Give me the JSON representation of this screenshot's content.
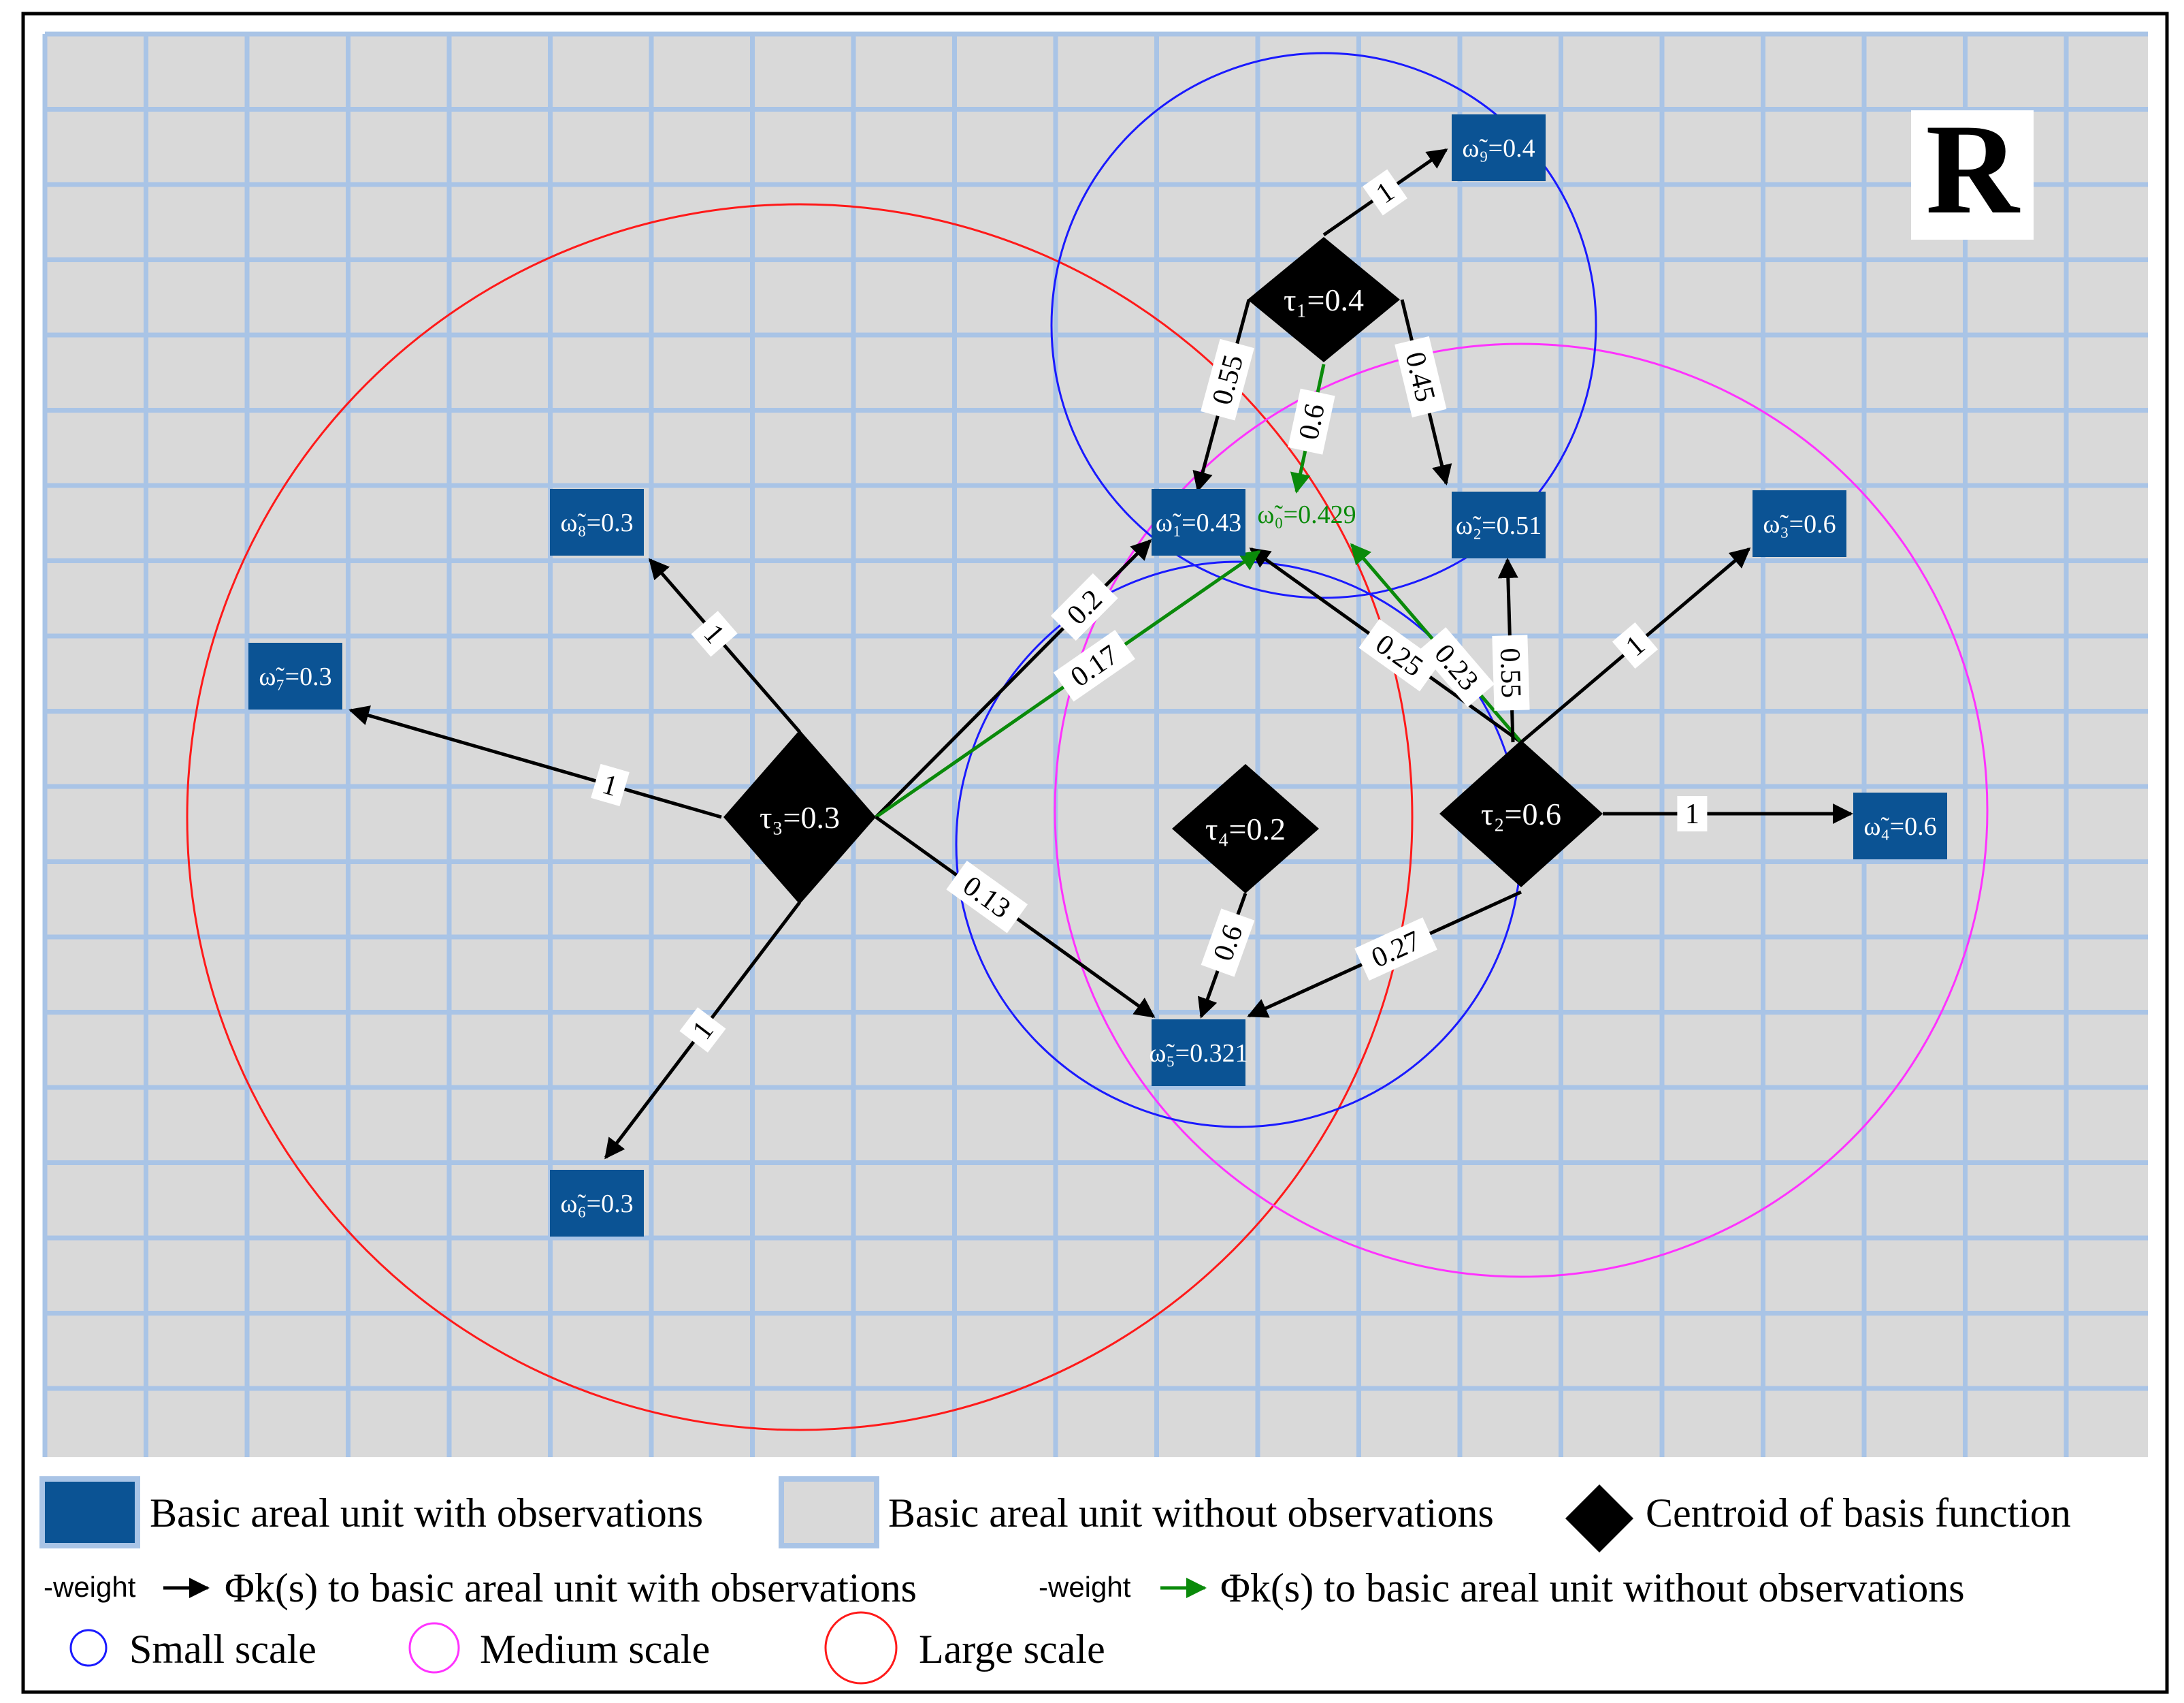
{
  "corner_label": "R",
  "observed_units": [
    {
      "id": "w1",
      "label": "ω̃₁=0.43"
    },
    {
      "id": "w2",
      "label": "ω̃₂=0.51"
    },
    {
      "id": "w3",
      "label": "ω̃₃=0.6"
    },
    {
      "id": "w4",
      "label": "ω̃₄=0.6"
    },
    {
      "id": "w5",
      "label": "ω̃₅=0.321"
    },
    {
      "id": "w6",
      "label": "ω̃₆=0.3"
    },
    {
      "id": "w7",
      "label": "ω̃₇=0.3"
    },
    {
      "id": "w8",
      "label": "ω̃₈=0.3"
    },
    {
      "id": "w9",
      "label": "ω̃₉=0.4"
    }
  ],
  "unobserved_unit": {
    "id": "w0",
    "label": "ω̃₀=0.429"
  },
  "centroids": [
    {
      "id": "t1",
      "label": "τ₁=0.4"
    },
    {
      "id": "t2",
      "label": "τ₂=0.6"
    },
    {
      "id": "t3",
      "label": "τ₃=0.3"
    },
    {
      "id": "t4",
      "label": "τ₄=0.2"
    }
  ],
  "edges": [
    {
      "from": "t1",
      "to": "w9",
      "weight": "1",
      "color": "black"
    },
    {
      "from": "t1",
      "to": "w1",
      "weight": "0.55",
      "color": "black"
    },
    {
      "from": "t1",
      "to": "w2",
      "weight": "0.45",
      "color": "black"
    },
    {
      "from": "t1",
      "to": "w0",
      "weight": "0.6",
      "color": "green"
    },
    {
      "from": "t2",
      "to": "w1",
      "weight": "0.25",
      "color": "black"
    },
    {
      "from": "t2",
      "to": "w0",
      "weight": "0.23",
      "color": "green"
    },
    {
      "from": "t2",
      "to": "w2",
      "weight": "0.55",
      "color": "black"
    },
    {
      "from": "t2",
      "to": "w3",
      "weight": "1",
      "color": "black"
    },
    {
      "from": "t2",
      "to": "w4",
      "weight": "1",
      "color": "black"
    },
    {
      "from": "t2",
      "to": "w5",
      "weight": "0.27",
      "color": "black"
    },
    {
      "from": "t3",
      "to": "w8",
      "weight": "1",
      "color": "black"
    },
    {
      "from": "t3",
      "to": "w7",
      "weight": "1",
      "color": "black"
    },
    {
      "from": "t3",
      "to": "w6",
      "weight": "1",
      "color": "black"
    },
    {
      "from": "t3",
      "to": "w1",
      "weight": "0.2",
      "color": "black"
    },
    {
      "from": "t3",
      "to": "w0",
      "weight": "0.17",
      "color": "green"
    },
    {
      "from": "t3",
      "to": "w5",
      "weight": "0.13",
      "color": "black"
    },
    {
      "from": "t4",
      "to": "w5",
      "weight": "0.6",
      "color": "black"
    }
  ],
  "colors": {
    "grid_fill": "#d9d9d9",
    "grid_line": "#a9c4e6",
    "observed_fill": "#0b5394",
    "small_scale": "#1a1aff",
    "medium_scale": "#ff33ff",
    "large_scale": "#ff1a1a",
    "green_edge": "#0a8a0a"
  },
  "legend": {
    "observed": "Basic areal unit with observations",
    "unobserved": "Basic areal unit without observations",
    "centroid": "Centroid of  basis function",
    "weight_word": "-weight",
    "arrow_black_text": "Φk(s) to basic areal unit with observations",
    "arrow_green_text": "Φk(s) to basic areal unit without observations",
    "small": "Small scale",
    "medium": "Medium scale",
    "large": "Large scale"
  }
}
